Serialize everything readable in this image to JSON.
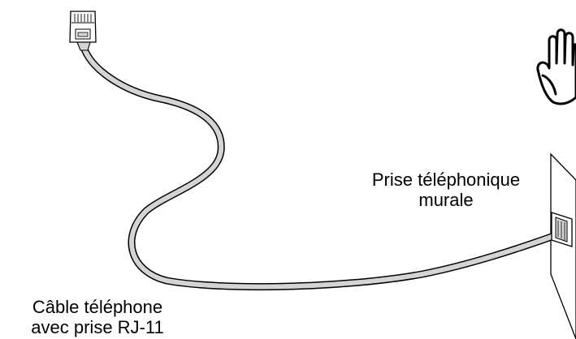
{
  "labels": {
    "wall_jack": {
      "line1": "Prise téléphonique",
      "line2": "murale"
    },
    "cable": {
      "line1": "Câble téléphone",
      "line2": "avec prise RJ-11"
    }
  },
  "icons": {
    "warning": "hand-stop-icon",
    "plug": "rj11-plug-icon",
    "wall_socket": "wall-jack-icon",
    "wall": "wall-plate-icon",
    "cable": "phone-cable-icon"
  },
  "colors": {
    "cable_fill": "#d4d4d4",
    "outline": "#000000",
    "background": "#ffffff"
  }
}
